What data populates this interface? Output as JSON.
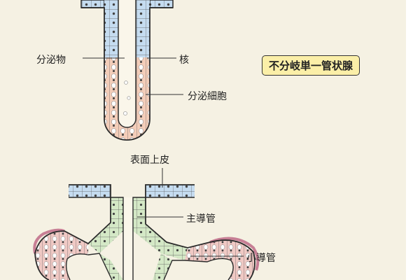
{
  "diagram": {
    "title_badge": "不分岐単一管状腺",
    "labels": {
      "secretion": "分泌物",
      "nucleus": "核",
      "secretory_cell": "分泌細胞",
      "surface_epithelium": "表面上皮",
      "main_duct": "主導管",
      "small_duct": "小導管"
    },
    "colors": {
      "background": "#f5f1e3",
      "surface_blue": "#c5dcf0",
      "secretory_peach": "#f3cdb9",
      "duct_green": "#d4e8c6",
      "acinus_pink": "#dfa8b8",
      "badge": "#fbefa8",
      "outline": "#2b2b2b"
    }
  }
}
